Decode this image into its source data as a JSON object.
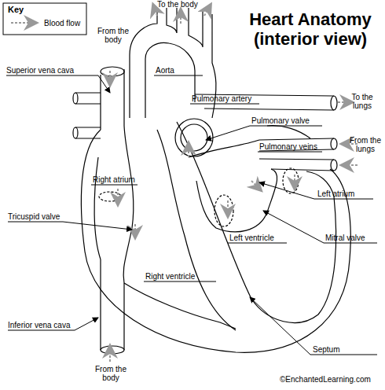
{
  "diagram": {
    "title": "Heart Anatomy (interior view)",
    "labels": [
      "Key",
      "To the body",
      "From the body",
      "Superior vena cava",
      "Aorta",
      "Pulmonary artery",
      "To the lungs",
      "Pulmonary valve",
      "Pulmonary veins",
      "From the lungs",
      "Right atrium",
      "Left atrium",
      "Tricuspid valve",
      "Left ventricle",
      "Mitral valve",
      "Right ventricle",
      "Inferior vena cava",
      "Septum",
      "From the body",
      "©EnchantedLearning.com"
    ],
    "legend": [
      {
        "text": "Blood flow"
      }
    ]
  }
}
